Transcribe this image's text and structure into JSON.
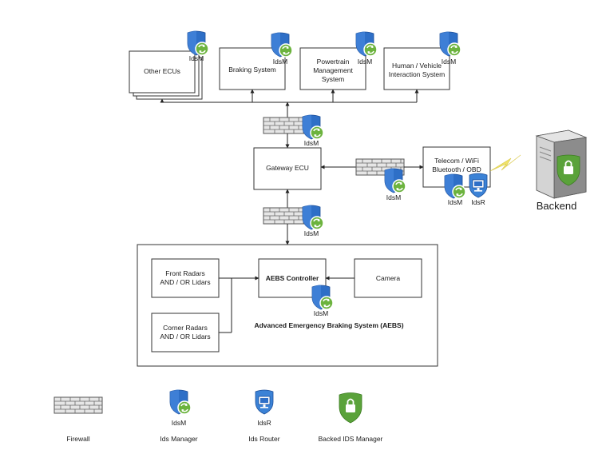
{
  "nodes": {
    "other_ecus": "Other ECUs",
    "braking_system": "Braking System",
    "powertrain": [
      "Powertrain",
      "Management",
      "System"
    ],
    "hmi": [
      "Human / Vehicle",
      "Interaction System"
    ],
    "gateway": "Gateway ECU",
    "telecom": [
      "Telecom / WiFi",
      "Bluetooth / OBD"
    ],
    "backend": "Backend",
    "front_radars": [
      "Front Radars",
      "AND / OR Lidars"
    ],
    "corner_radars": [
      "Corner Radars",
      "AND / OR Lidars"
    ],
    "aebs_controller": "AEBS Controller",
    "camera": "Camera",
    "aebs_group": "Advanced Emergency Braking System (AEBS)"
  },
  "badges": {
    "idsm": "IdsM",
    "idsr": "IdsR"
  },
  "legend": {
    "firewall": "Firewall",
    "ids_manager": "Ids Manager",
    "ids_router": "Ids Router",
    "backend_ids_manager": "Backed IDS Manager"
  },
  "icons": {
    "firewall": "brick-firewall-icon",
    "ids_manager": "blue-shield-green-sync-icon",
    "ids_router": "shield-monitor-icon",
    "backend_ids_manager": "green-shield-lock-icon",
    "backend_server": "server-lock-icon",
    "wireless_link": "lightning-bolt-icon"
  },
  "colors": {
    "shield_blue": "#2e6fc7",
    "sync_green": "#6cb33e",
    "lock_green": "#5aa23a",
    "bolt_yellow": "#f0e36a",
    "server_gray": "#9a9a9a",
    "firewall_gray": "#8a8a8a"
  }
}
